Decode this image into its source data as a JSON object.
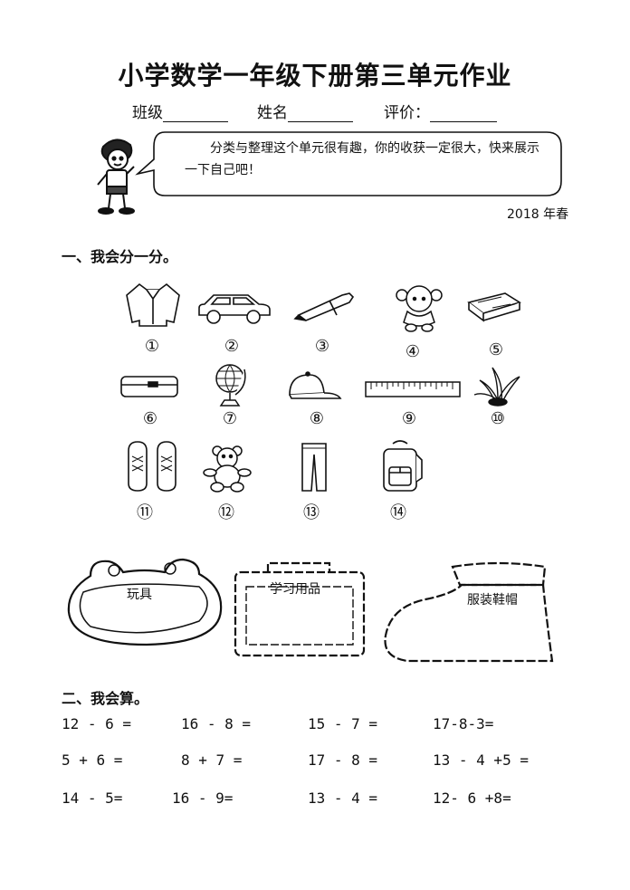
{
  "header": {
    "title": "小学数学一年级下册第三单元作业",
    "class_label": "班级",
    "name_label": "姓名",
    "grade_label": "评价："
  },
  "intro": {
    "speech": "分类与整理这个单元很有趣，你的收获一定很大，快来展示一下自己吧！",
    "season": "2018 年春"
  },
  "section1": {
    "heading": "一、我会分一分。",
    "items": [
      {
        "num": "①",
        "icon": "shirt-icon"
      },
      {
        "num": "②",
        "icon": "car-icon"
      },
      {
        "num": "③",
        "icon": "pen-icon"
      },
      {
        "num": "④",
        "icon": "doll-icon"
      },
      {
        "num": "⑤",
        "icon": "box-icon"
      },
      {
        "num": "⑥",
        "icon": "pencil-case-icon"
      },
      {
        "num": "⑦",
        "icon": "globe-icon"
      },
      {
        "num": "⑧",
        "icon": "cap-icon"
      },
      {
        "num": "⑨",
        "icon": "ruler-icon"
      },
      {
        "num": "⑩",
        "icon": "plant-icon"
      },
      {
        "num": "⑪",
        "icon": "shoes-icon"
      },
      {
        "num": "⑫",
        "icon": "teddy-bear-icon"
      },
      {
        "num": "⑬",
        "icon": "pants-icon"
      },
      {
        "num": "⑭",
        "icon": "backpack-icon"
      }
    ],
    "bins": [
      "玩具",
      "学习用品",
      "服装鞋帽"
    ]
  },
  "section2": {
    "heading": "二、我会算。",
    "rows": [
      [
        "12 - 6 =",
        "16 - 8 =",
        "15 - 7 =",
        "17-8-3="
      ],
      [
        "5 + 6 =",
        "8 + 7 =",
        "17 - 8 =",
        "13 - 4 +5 ="
      ],
      [
        "14 - 5=",
        "16 - 9=",
        "13 - 4 =",
        "12- 6 +8="
      ]
    ]
  }
}
